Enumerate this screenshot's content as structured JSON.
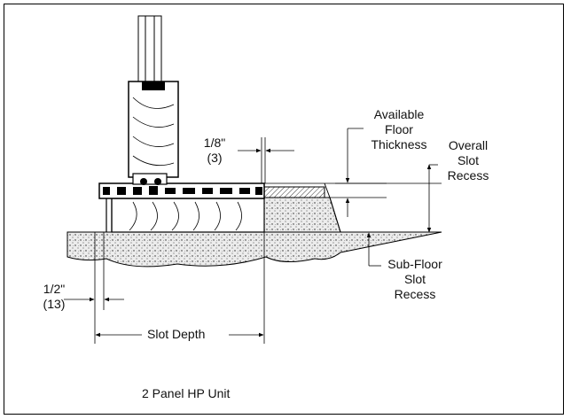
{
  "title": "2 Panel HP Unit",
  "dimensions": {
    "clearance_in": "1/8\"",
    "clearance_mm": "(3)",
    "offset_in": "1/2\"",
    "offset_mm": "(13)",
    "slot_depth": "Slot Depth"
  },
  "callouts": {
    "floor_thickness": [
      "Available",
      "Floor",
      "Thickness"
    ],
    "overall_recess": [
      "Overall",
      "Slot",
      "Recess"
    ],
    "subfloor_recess": [
      "Sub-Floor",
      "Slot",
      "Recess"
    ]
  },
  "colors": {
    "line": "#000000",
    "concrete_fill": "#e6e6e6",
    "wood_fill": "#ffffff"
  }
}
